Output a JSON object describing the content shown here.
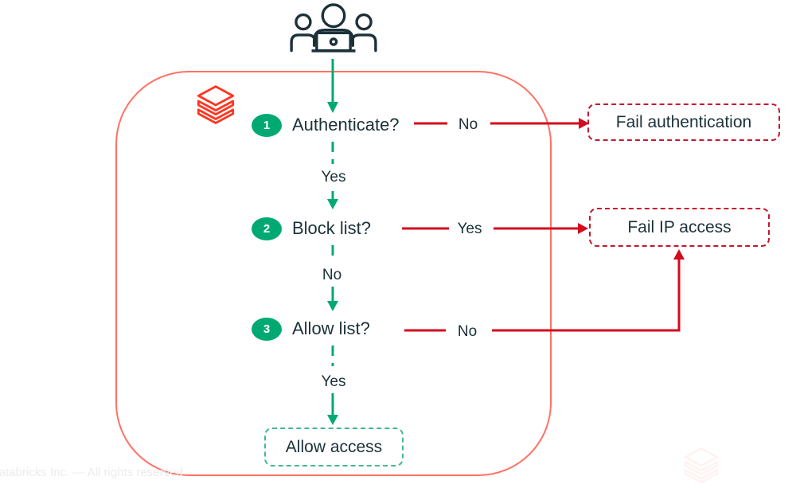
{
  "colors": {
    "navy_text": "#1B3139",
    "flow_green": "#00A972",
    "allow_border_green": "#42BA91",
    "arrow_red": "#D40A1E",
    "fail_border_red": "#C41833",
    "boundary_salmon": "#FF7163",
    "brand_red": "#FF3621"
  },
  "icons": {
    "users": "users-group-icon",
    "brand": "databricks-logo-icon",
    "watermark": "databricks-watermark-icon"
  },
  "steps": [
    {
      "number": "1",
      "question": "Authenticate?",
      "edge_right": "No",
      "edge_down": "Yes"
    },
    {
      "number": "2",
      "question": "Block list?",
      "edge_right": "Yes",
      "edge_down": "No"
    },
    {
      "number": "3",
      "question": "Allow list?",
      "edge_right": "No",
      "edge_down": "Yes"
    }
  ],
  "outcomes": {
    "fail_authentication": "Fail authentication",
    "fail_ip_access": "Fail IP access",
    "allow_access": "Allow access"
  },
  "footer": {
    "copyright": "Databricks Inc. — All rights reserved"
  }
}
